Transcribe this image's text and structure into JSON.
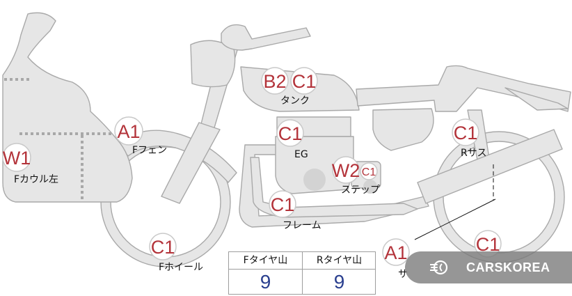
{
  "markers": [
    {
      "id": "cowl",
      "code": "W1",
      "part": "Fカウル左"
    },
    {
      "id": "front-fender",
      "code": "A1",
      "part": "Fフェン"
    },
    {
      "id": "tank-b2",
      "code": "B2",
      "part": ""
    },
    {
      "id": "tank-c1",
      "code": "C1",
      "part": "タンク"
    },
    {
      "id": "engine",
      "code": "C1",
      "part": "EG"
    },
    {
      "id": "step-w2",
      "code": "W2",
      "part": ""
    },
    {
      "id": "step-c1",
      "code": "C1",
      "part": "ステップ"
    },
    {
      "id": "frame",
      "code": "C1",
      "part": "フレーム"
    },
    {
      "id": "front-wheel",
      "code": "C1",
      "part": "Fホイール"
    },
    {
      "id": "rear-suspension",
      "code": "C1",
      "part": "Rサス"
    },
    {
      "id": "swingarm",
      "code": "A1",
      "part": "サ"
    },
    {
      "id": "rear-wheel",
      "code": "C1",
      "part": ""
    }
  ],
  "tread": {
    "front_label": "Fタイヤ山",
    "rear_label": "Rタイヤ山",
    "front_value": "9",
    "rear_value": "9"
  },
  "watermark": {
    "text": "CARSKOREA",
    "icon": "carskorea-logo-icon"
  },
  "colors": {
    "marker_text": "#b3333a",
    "tread_value": "#2a3f8f",
    "body_fill": "#e6e6e6",
    "outline": "#a9a9a9"
  }
}
